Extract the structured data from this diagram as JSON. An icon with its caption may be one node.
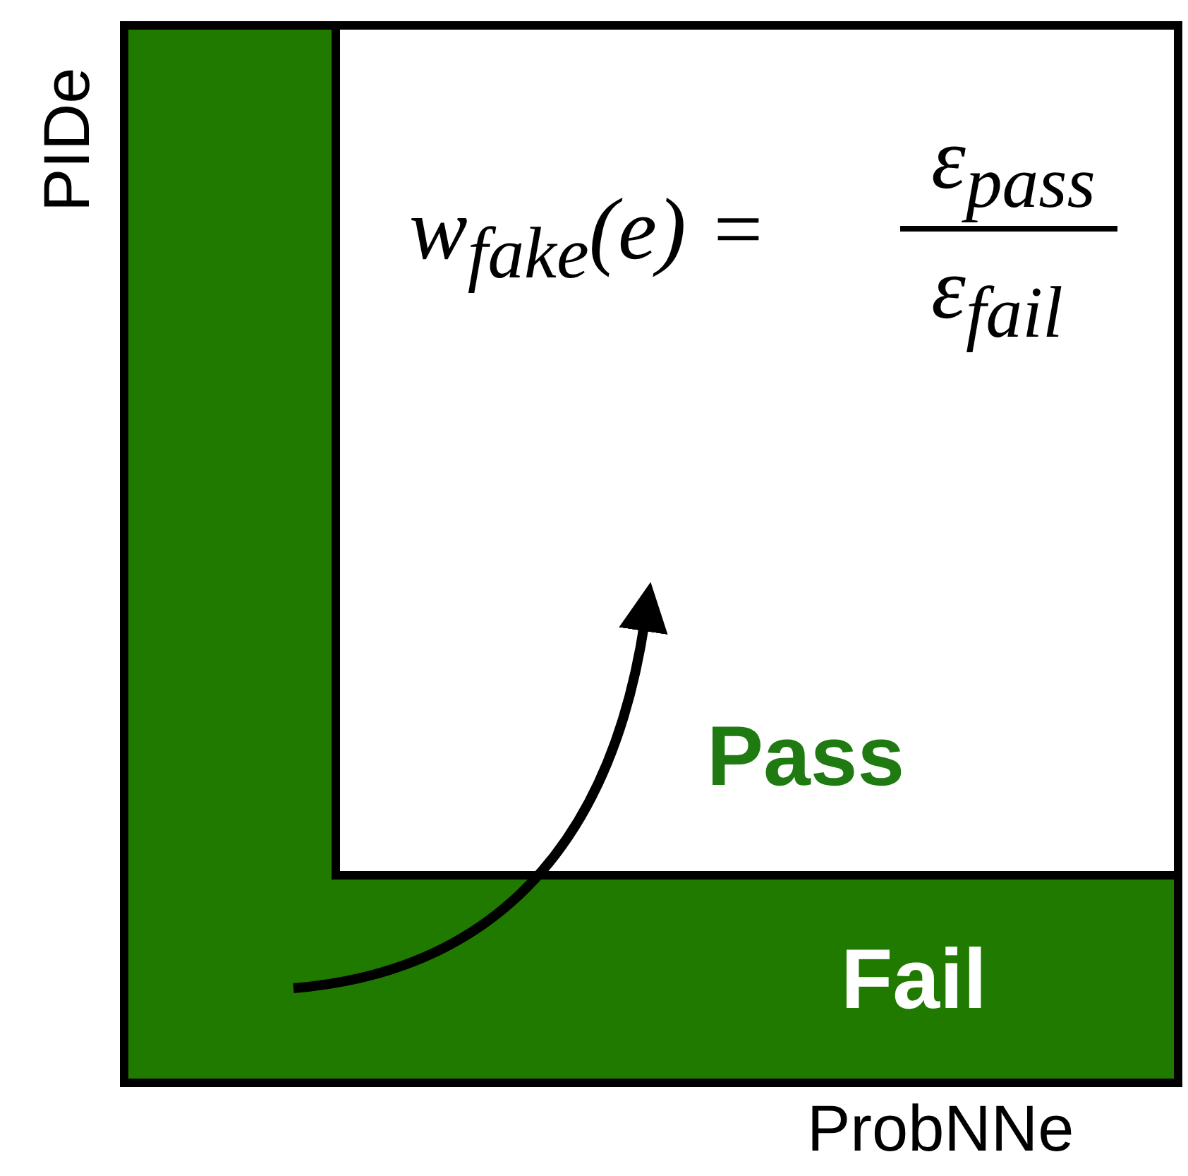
{
  "diagram": {
    "nodes": [
      {
        "text": [
          "Fail"
        ]
      },
      {
        "text": [
          "Pass"
        ],
        "in": 0
      }
    ],
    "edges": [
      {
        "from": 0,
        "to": 1,
        "arrow": "to"
      }
    ],
    "labels": [
      "PIDe",
      "w$_{fake}$(e) =",
      "ε$_{pass}$",
      "ε$_{fail}$",
      "ProbNNe"
    ]
  }
}
